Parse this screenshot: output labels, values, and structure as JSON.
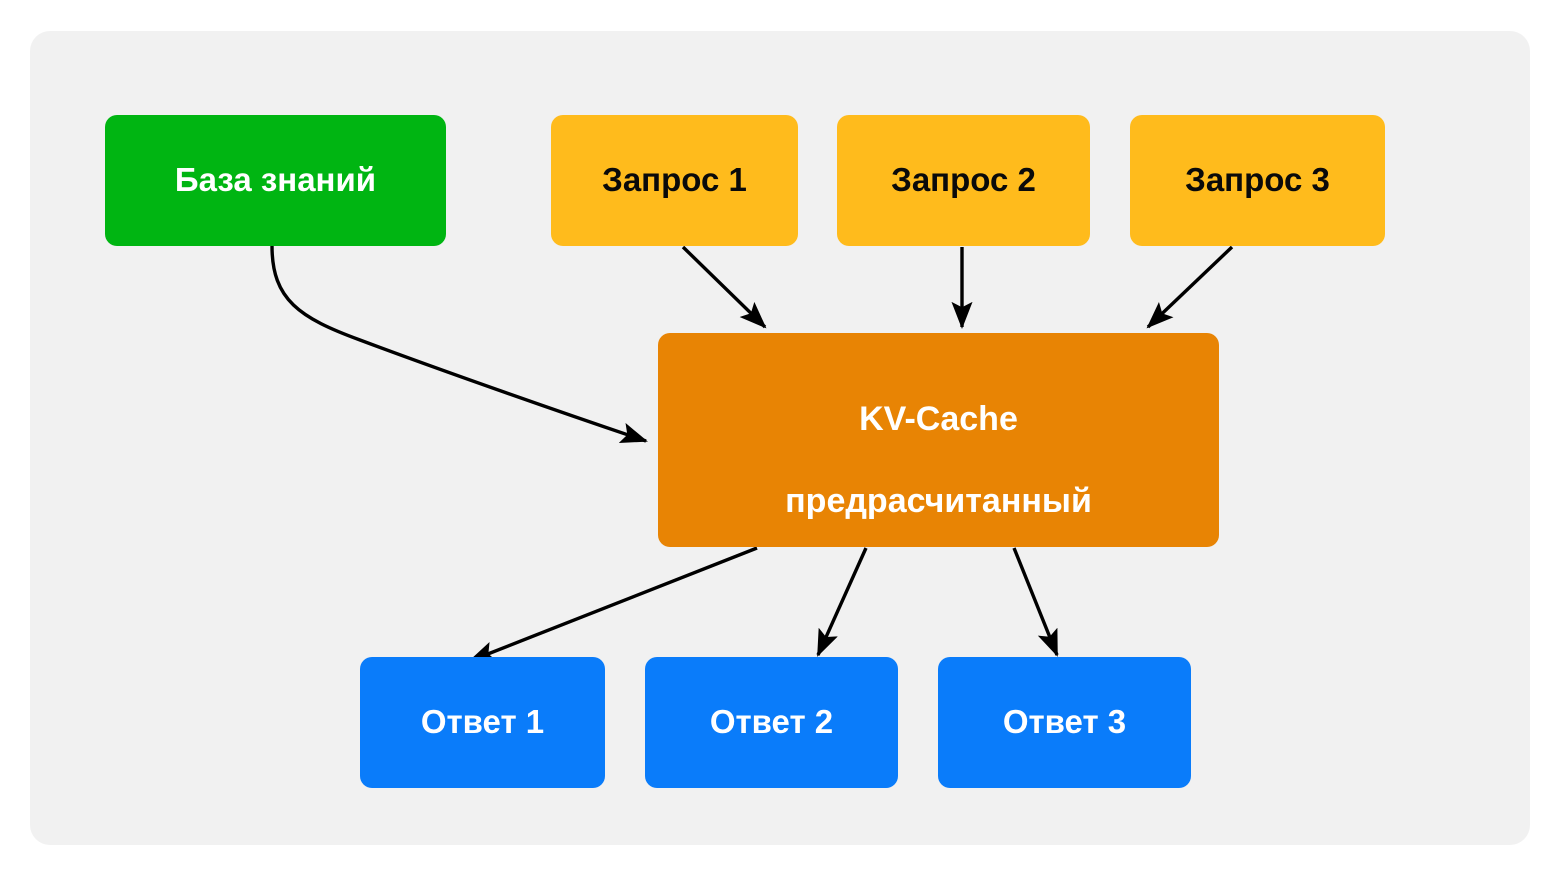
{
  "diagram": {
    "title": "KV-Cache precomputed pipeline",
    "background_color": "#ffffff",
    "panel_color": "#f1f1f1",
    "edge_color": "#000000",
    "nodes": {
      "knowledge_base": {
        "label": "База знаний",
        "color": "#00b512",
        "text_color": "#ffffff"
      },
      "queries": [
        {
          "label": "Запрос 1",
          "color": "#ffbb1c",
          "text_color": "#0a0a0a"
        },
        {
          "label": "Запрос 2",
          "color": "#ffbb1c",
          "text_color": "#0a0a0a"
        },
        {
          "label": "Запрос 3",
          "color": "#ffbb1c",
          "text_color": "#0a0a0a"
        }
      ],
      "kv_cache": {
        "line1": "KV-Cache",
        "line2": "предрасчитанный",
        "color": "#e88404",
        "text_color": "#ffffff"
      },
      "answers": [
        {
          "label": "Ответ 1",
          "color": "#0a7cfa",
          "text_color": "#ffffff"
        },
        {
          "label": "Ответ 2",
          "color": "#0a7cfa",
          "text_color": "#ffffff"
        },
        {
          "label": "Ответ 3",
          "color": "#0a7cfa",
          "text_color": "#ffffff"
        }
      ]
    },
    "edges": [
      {
        "from": "База знаний",
        "to": "KV-Cache предрасчитанный",
        "style": "curved"
      },
      {
        "from": "Запрос 1",
        "to": "KV-Cache предрасчитанный",
        "style": "straight"
      },
      {
        "from": "Запрос 2",
        "to": "KV-Cache предрасчитанный",
        "style": "straight"
      },
      {
        "from": "Запрос 3",
        "to": "KV-Cache предрасчитанный",
        "style": "straight"
      },
      {
        "from": "KV-Cache предрасчитанный",
        "to": "Ответ 1",
        "style": "straight"
      },
      {
        "from": "KV-Cache предрасчитанный",
        "to": "Ответ 2",
        "style": "straight"
      },
      {
        "from": "KV-Cache предрасчитанный",
        "to": "Ответ 3",
        "style": "straight"
      }
    ]
  }
}
